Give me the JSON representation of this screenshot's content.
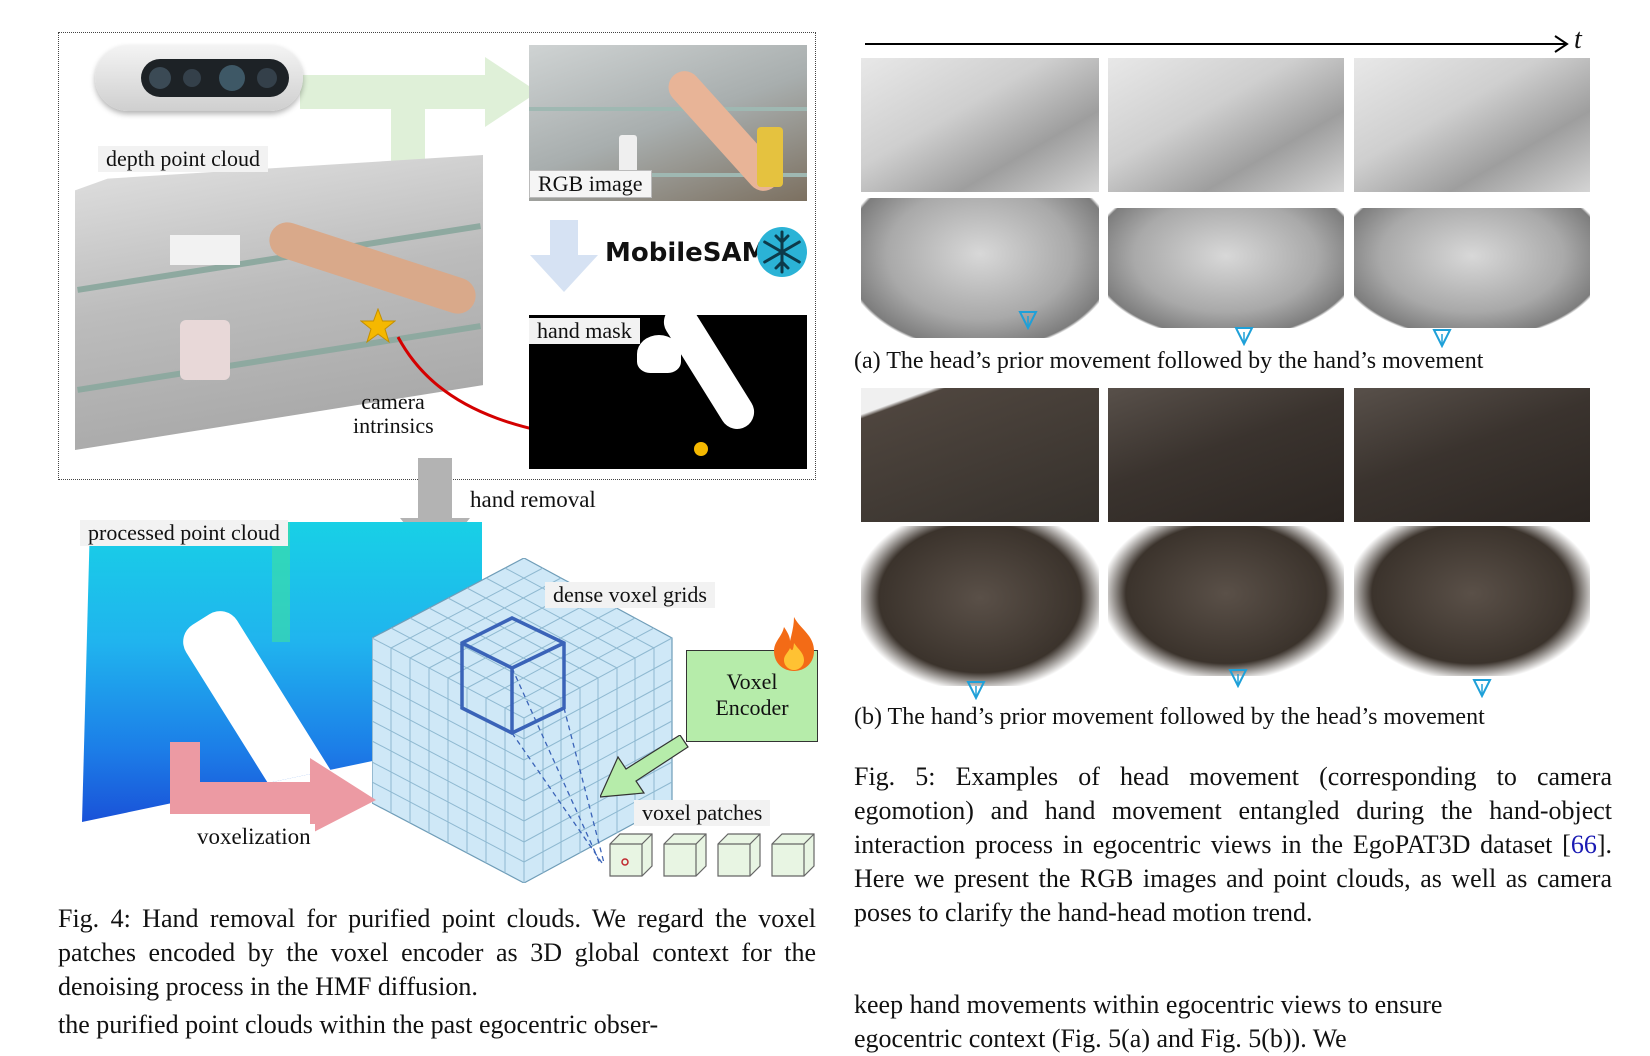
{
  "fig4": {
    "labels": {
      "depth_point_cloud": "depth point cloud",
      "rgb_image": "RGB image",
      "mobilesam": "MobileSAM",
      "hand_mask": "hand mask",
      "camera_intrinsics_1": "camera",
      "camera_intrinsics_2": "intrinsics",
      "hand_removal": "hand removal",
      "processed_point_cloud": "processed point cloud",
      "dense_voxel_grids": "dense voxel grids",
      "voxel_encoder_1": "Voxel",
      "voxel_encoder_2": "Encoder",
      "voxel_patches": "voxel patches",
      "voxelization": "voxelization"
    },
    "caption": "Fig. 4: Hand removal for purified point clouds. We regard the voxel patches encoded by the voxel encoder as 3D global context for the denoising process in the HMF diffusion.",
    "cutoff_text": "the purified point clouds within the past egocentric obser-"
  },
  "fig5": {
    "time_label": "t",
    "subcaption_a": "(a) The head’s prior movement followed by the hand’s movement",
    "subcaption_b": "(b) The hand’s prior movement followed by the head’s movement",
    "caption_before_ref": "Fig. 5: Examples of head movement (corresponding to camera egomotion) and hand movement entangled during the hand-object interaction process in egocentric views in the EgoPAT3D dataset [",
    "caption_ref": "66",
    "caption_after_ref": "]. Here we present the RGB images and point clouds, as well as camera poses to clarify the hand-head motion trend.",
    "ref_color": "#1a1ab3"
  },
  "body_text": {
    "line1": "keep hand movements within egocentric views to ensure",
    "line2_cutoff": "egocentric context (Fig. 5(a) and Fig. 5(b)). We"
  },
  "colors": {
    "arrow_green": "#dff0d8",
    "arrow_blue": "#d6e2f3",
    "arrow_gray": "#b3b3b3",
    "arrow_pink": "#ec9aa3",
    "voxel_blue": "#cfe8f7",
    "encoder_green": "#b6ecaa",
    "red_curve": "#d40000",
    "camera_star": "#f5b800"
  }
}
